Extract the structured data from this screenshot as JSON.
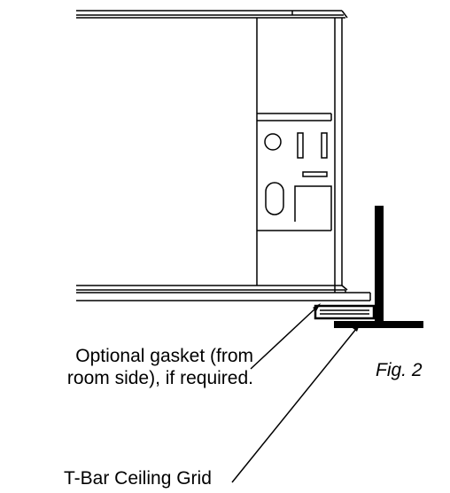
{
  "annotations": {
    "gasket_line_1": "Optional gasket (from",
    "gasket_line_2": "room side), if required.",
    "tbar": "T-Bar Ceiling Grid",
    "figure": "Fig. 2"
  },
  "colors": {
    "line": "#000000",
    "background": "#ffffff"
  }
}
